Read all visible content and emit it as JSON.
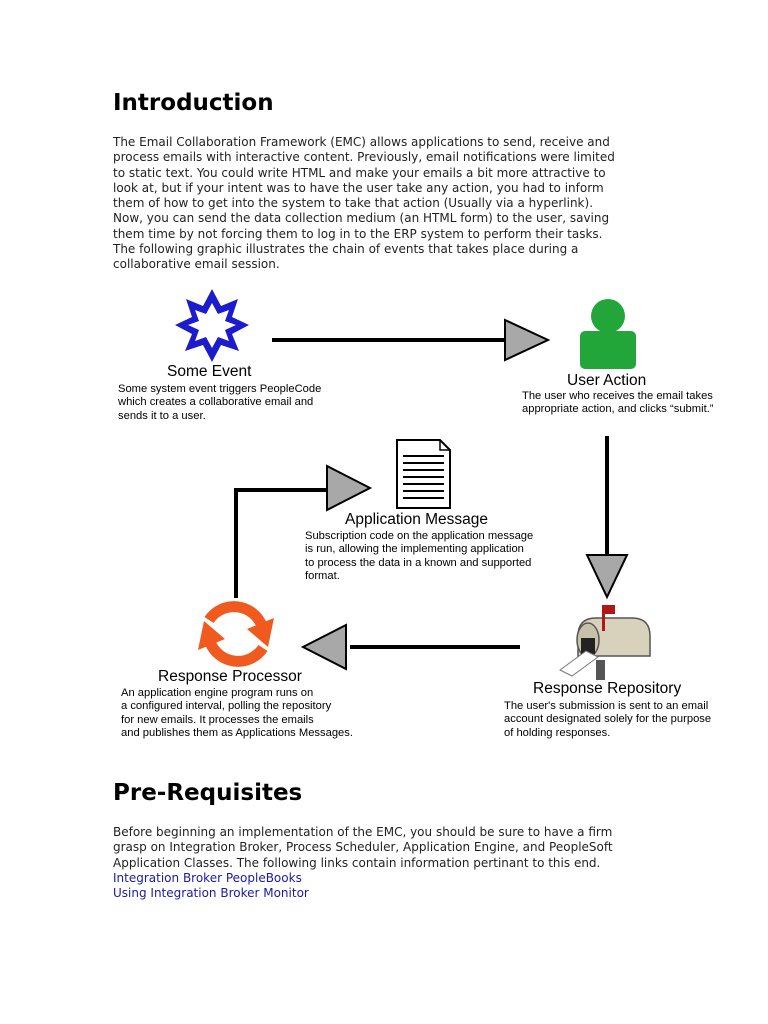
{
  "intro": {
    "heading": "Introduction",
    "lines": [
      "The Email Collaboration Framework (EMC) allows applications to send, receive and",
      "process emails with interactive content. Previously, email notifications were limited",
      "to static text. You could write HTML and make your emails a bit more attractive to",
      "look at, but if your intent was to have the user take any action, you had to inform",
      "them of how to get into the system to take that action (Usually via a hyperlink).",
      "Now, you can send the data collection medium (an HTML form) to the user, saving",
      "them time by not forcing them to log in to the ERP system to perform their tasks.",
      "The following graphic illustrates the chain of events that takes place during a",
      "collaborative email session."
    ]
  },
  "diagram": {
    "some_event": {
      "title": "Some Event",
      "desc": [
        "Some system event triggers PeopleCode",
        "which creates a collaborative email and",
        "sends it to a user."
      ]
    },
    "user_action": {
      "title": "User Action",
      "desc": [
        "The user who receives the email takes",
        "appropriate action, and clicks “submit.”"
      ]
    },
    "application_message": {
      "title": "Application Message",
      "desc": [
        "Subscription code on the application message",
        "is run, allowing the implementing application",
        "to process the data in a known and supported",
        "format."
      ]
    },
    "response_processor": {
      "title": "Response Processor",
      "desc": [
        "An application engine program runs on",
        "a configured interval, polling the repository",
        "for new emails.  It processes the emails",
        "and publishes them as Applications Messages."
      ]
    },
    "response_repository": {
      "title": "Response Repository",
      "desc": [
        "The user's submission is sent to an email",
        "account designated solely for the purpose",
        "of holding responses."
      ]
    },
    "colors": {
      "event_star": "#1c1ccc",
      "user_figure": "#22a63a",
      "processor_arrows": "#f05a1e",
      "arrowhead_fill": "#a8a8a8"
    }
  },
  "prereq": {
    "heading": "Pre-Requisites",
    "lines": [
      "Before beginning an implementation of the EMC, you should be sure to have a firm",
      "grasp on Integration Broker, Process Scheduler, Application Engine, and PeopleSoft",
      "Application Classes. The following links contain information pertinant to this end."
    ],
    "links": [
      "Integration Broker PeopleBooks",
      "Using Integration Broker Monitor"
    ]
  }
}
